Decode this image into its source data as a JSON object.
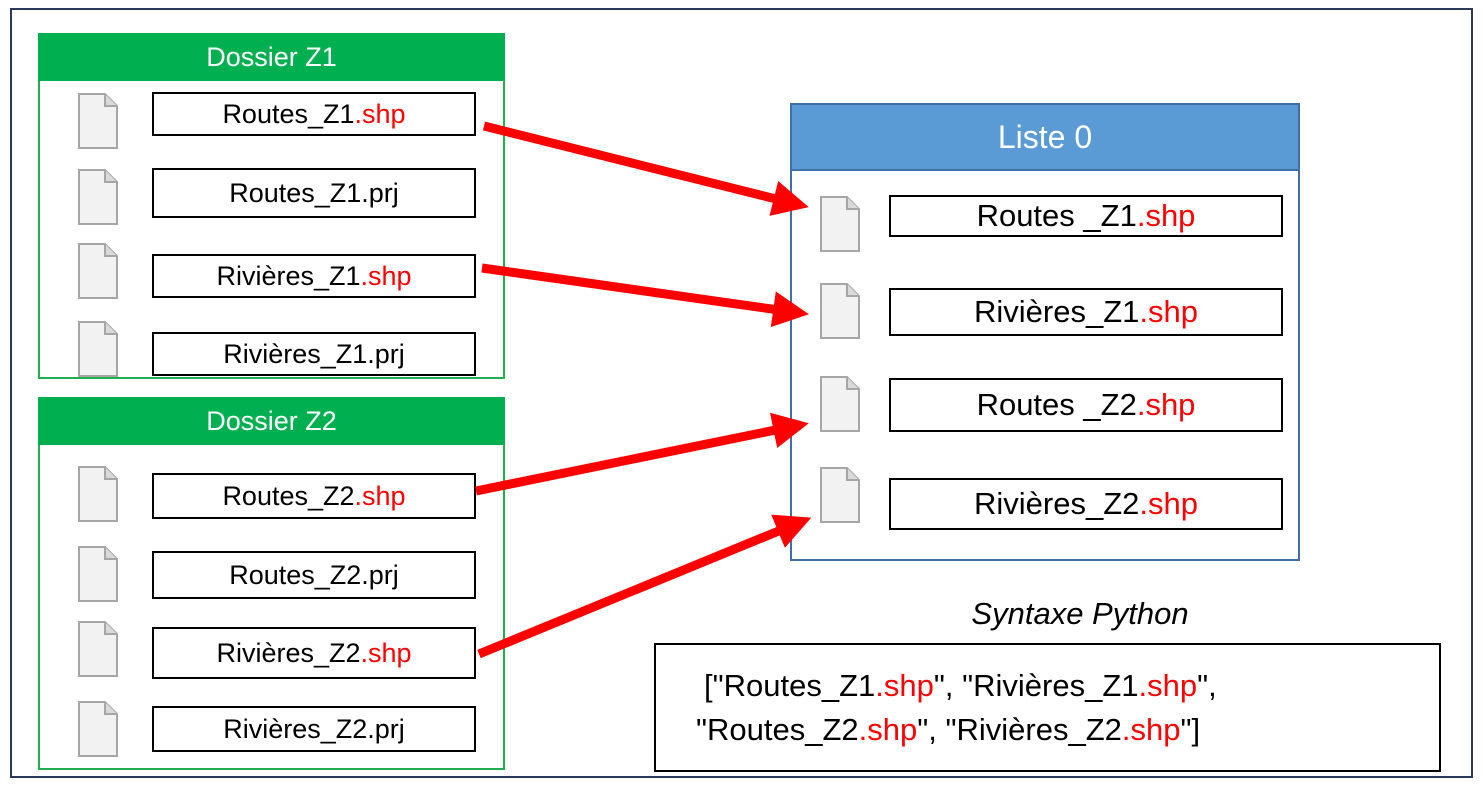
{
  "folders": [
    {
      "title": "Dossier Z1",
      "files": [
        {
          "name": "Routes_Z1",
          "ext": ".shp",
          "highlight": true
        },
        {
          "name": "Routes_Z1",
          "ext": ".prj",
          "highlight": false
        },
        {
          "name": "Rivières_Z1",
          "ext": ".shp",
          "highlight": true
        },
        {
          "name": "Rivières_Z1",
          "ext": ".prj",
          "highlight": false
        }
      ]
    },
    {
      "title": "Dossier Z2",
      "files": [
        {
          "name": "Routes_Z2",
          "ext": ".shp",
          "highlight": true
        },
        {
          "name": "Routes_Z2",
          "ext": ".prj",
          "highlight": false
        },
        {
          "name": "Rivières_Z2",
          "ext": ".shp",
          "highlight": true
        },
        {
          "name": "Rivières_Z2",
          "ext": ".prj",
          "highlight": false
        }
      ]
    }
  ],
  "liste": {
    "title": "Liste 0",
    "items": [
      {
        "name": "Routes _Z1",
        "ext": ".shp"
      },
      {
        "name": "Rivières_Z1",
        "ext": ".shp"
      },
      {
        "name": "Routes _Z2",
        "ext": ".shp"
      },
      {
        "name": "Rivières_Z2",
        "ext": ".shp"
      }
    ]
  },
  "syntax_caption": "Syntaxe Python",
  "python_code": {
    "line1": [
      {
        "text": "[\"Routes_Z1",
        "red": false
      },
      {
        "text": ".shp",
        "red": true
      },
      {
        "text": "\", \"Rivières_Z1",
        "red": false
      },
      {
        "text": ".shp",
        "red": true
      },
      {
        "text": "\",",
        "red": false
      }
    ],
    "line2": [
      {
        "text": "\"Routes_Z2",
        "red": false
      },
      {
        "text": ".shp",
        "red": true
      },
      {
        "text": "\", \"Rivières_Z2",
        "red": false
      },
      {
        "text": ".shp",
        "red": true
      },
      {
        "text": "\"]",
        "red": false
      }
    ]
  },
  "colors": {
    "folder_header": "#00b050",
    "liste_header": "#5b9bd5",
    "arrow": "#ff0000",
    "extension": "#ff0000"
  },
  "icons": {
    "file": "blank-file-icon"
  }
}
